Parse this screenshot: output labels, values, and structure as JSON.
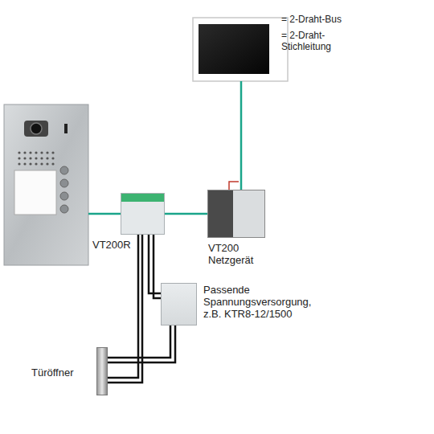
{
  "diagram": {
    "nodes": [
      {
        "text": [
          "VT200R"
        ]
      },
      {
        "text": [
          "VT200 Netzgerät"
        ]
      },
      {
        "text": [
          "Passende Spannungsversorgung, z.B. KTR8-12/1500"
        ]
      },
      {
        "text": [
          "Türöffner"
        ]
      }
    ],
    "edges": [
      {
        "from": 0,
        "to": 1,
        "arrow": "none"
      },
      {
        "from": 0,
        "to": 2,
        "arrow": "none"
      },
      {
        "from": 0,
        "to": 3,
        "arrow": "none"
      },
      {
        "from": 2,
        "to": 3,
        "arrow": "none"
      }
    ],
    "legend": [
      {
        "text": "= 2-Draht-Bus"
      },
      {
        "text": "= 2-Draht- Stichleitung"
      }
    ]
  }
}
